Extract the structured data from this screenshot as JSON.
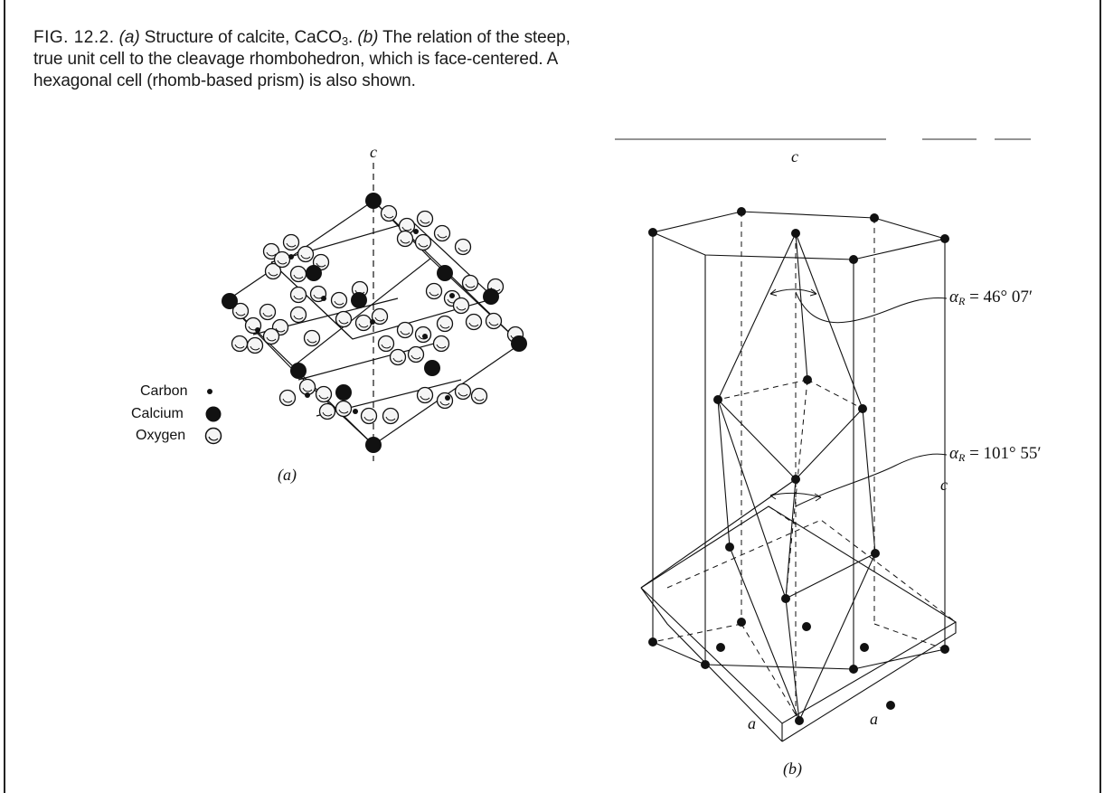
{
  "caption": {
    "fig_label": "FIG.  12.2.",
    "part_a_marker": "(a)",
    "part_a_text": "Structure of calcite, CaCO",
    "formula_subscript": "3",
    "formula_end": ".",
    "part_b_marker": "(b)",
    "part_b_text": "The relation of the steep, true unit cell to the cleavage rhombohedron, which is face-centered. A hexagonal cell (rhomb-based prism) is also shown."
  },
  "figure_a": {
    "axis_label": "c",
    "panel_label": "(a)",
    "legend": [
      {
        "label": "Carbon",
        "symbol": "small-dot"
      },
      {
        "label": "Calcium",
        "symbol": "large-black-sphere"
      },
      {
        "label": "Oxygen",
        "symbol": "white-sphere"
      }
    ]
  },
  "figure_b": {
    "axis_label_top": "c",
    "axis_label_side": "c",
    "edge_label_left": "a",
    "edge_label_right": "a",
    "panel_label": "(b)",
    "angle_1": {
      "symbol": "α",
      "subscript": "R",
      "value": "= 46° 07′"
    },
    "angle_2": {
      "symbol": "α",
      "subscript": "R",
      "value": "= 101° 55′"
    }
  },
  "colors": {
    "ink": "#111111",
    "sphere_white": "#f2f2f2",
    "sphere_black": "#111111"
  }
}
